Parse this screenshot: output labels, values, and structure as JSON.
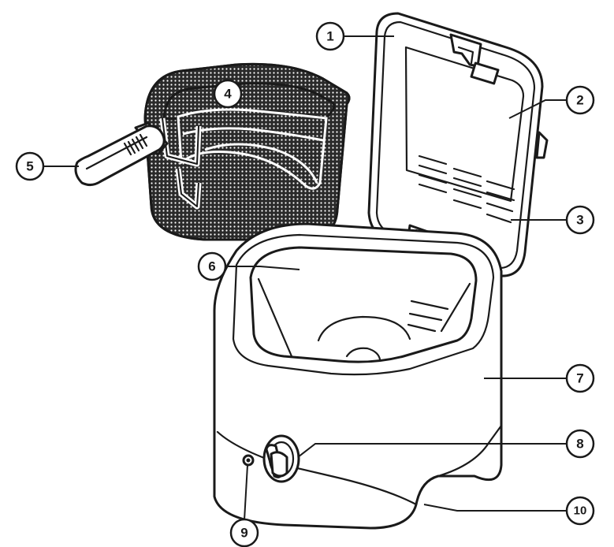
{
  "callouts": [
    {
      "id": "1"
    },
    {
      "id": "2"
    },
    {
      "id": "3"
    },
    {
      "id": "4"
    },
    {
      "id": "5"
    },
    {
      "id": "6"
    },
    {
      "id": "7"
    },
    {
      "id": "8"
    },
    {
      "id": "9"
    },
    {
      "id": "10"
    }
  ],
  "colors": {
    "line": "#1a1a1a",
    "mesh": "#2a2a2a",
    "background": "#ffffff"
  }
}
